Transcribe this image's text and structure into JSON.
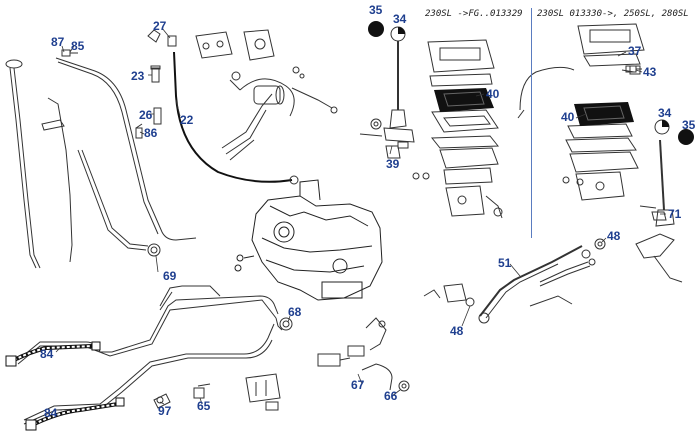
{
  "headers": {
    "left": "230SL ->FG..013329",
    "right": "230SL 013330->, 250SL, 280SL"
  },
  "labels": {
    "l27": "27",
    "l87": "87",
    "l85": "85",
    "l23": "23",
    "l26": "26",
    "l22": "22",
    "l86": "86",
    "l69": "69",
    "l68": "68",
    "l84a": "84",
    "l84b": "84",
    "l97": "97",
    "l65": "65",
    "l67": "67",
    "l66": "66",
    "l35a": "35",
    "l34a": "34",
    "l40a": "40",
    "l39": "39",
    "l37": "37",
    "l43": "43",
    "l40b": "40",
    "l34b": "34",
    "l35b": "35",
    "l71": "71",
    "l48a": "48",
    "l51": "51",
    "l48b": "48"
  }
}
